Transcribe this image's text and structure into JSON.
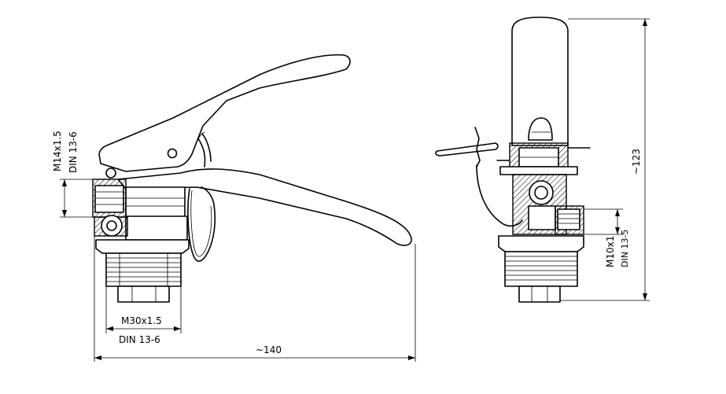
{
  "labels": {
    "m14": "M14x1.5",
    "din_left": "DIN 13-6",
    "m30": "M30x1.5",
    "din_bottom": "DIN 13-6",
    "length": "~140",
    "height": "~123",
    "m10": "M10x1",
    "din_right": "DIN 13-5"
  }
}
